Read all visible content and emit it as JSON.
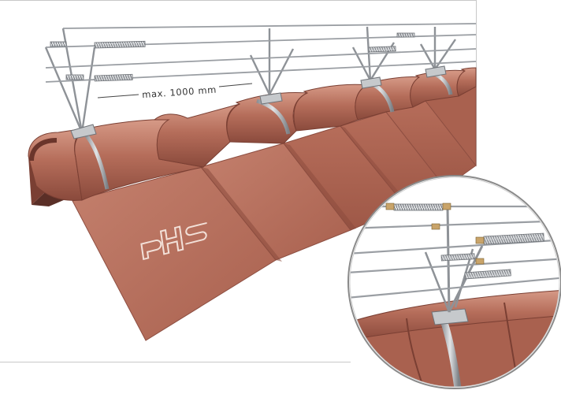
{
  "illustration": {
    "dimension_label": "max. 1000 mm",
    "logo_text": "PHS",
    "colors": {
      "tile": "#b8705e",
      "tile_light": "#c98471",
      "tile_dark": "#8e4f42",
      "steel": "#b9bcc0",
      "steel_dark": "#7d8186",
      "background": "#ffffff",
      "frame_line": "#c8c8c8"
    },
    "icons": [
      "ridge-tiles",
      "steel-brackets",
      "wire-rope-spring-absorbers",
      "detail-magnifier-circle"
    ]
  }
}
